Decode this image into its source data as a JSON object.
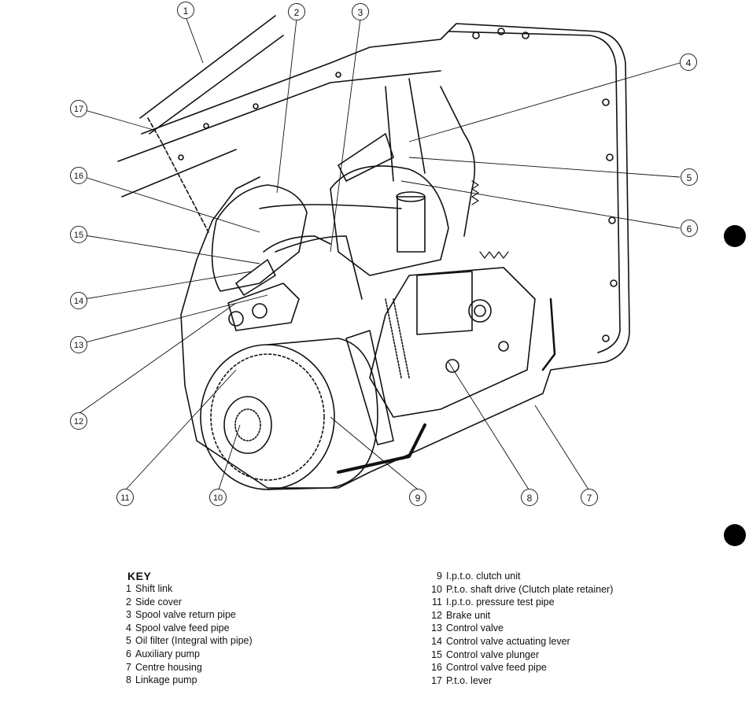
{
  "diagram": {
    "subject": "Transmission centre housing with i.p.t.o. clutch, pumps and control valve (exploded/cutaway line drawing)",
    "callouts": [
      "1",
      "2",
      "3",
      "4",
      "5",
      "6",
      "7",
      "8",
      "9",
      "10",
      "11",
      "12",
      "13",
      "14",
      "15",
      "16",
      "17"
    ]
  },
  "key": {
    "title": "KEY",
    "items": [
      {
        "num": "1",
        "label": "Shift link"
      },
      {
        "num": "2",
        "label": "Side cover"
      },
      {
        "num": "3",
        "label": "Spool valve return pipe"
      },
      {
        "num": "4",
        "label": "Spool valve feed pipe"
      },
      {
        "num": "5",
        "label": "Oil filter (Integral with pipe)"
      },
      {
        "num": "6",
        "label": "Auxiliary pump"
      },
      {
        "num": "7",
        "label": "Centre housing"
      },
      {
        "num": "8",
        "label": "Linkage pump"
      },
      {
        "num": "9",
        "label": "I.p.t.o. clutch unit"
      },
      {
        "num": "10",
        "label": "P.t.o. shaft drive (Clutch plate retainer)"
      },
      {
        "num": "11",
        "label": "I.p.t.o. pressure test pipe"
      },
      {
        "num": "12",
        "label": "Brake unit"
      },
      {
        "num": "13",
        "label": "Control valve"
      },
      {
        "num": "14",
        "label": "Control valve actuating lever"
      },
      {
        "num": "15",
        "label": "Control valve plunger"
      },
      {
        "num": "16",
        "label": "Control valve feed pipe"
      },
      {
        "num": "17",
        "label": "P.t.o. lever"
      }
    ]
  }
}
